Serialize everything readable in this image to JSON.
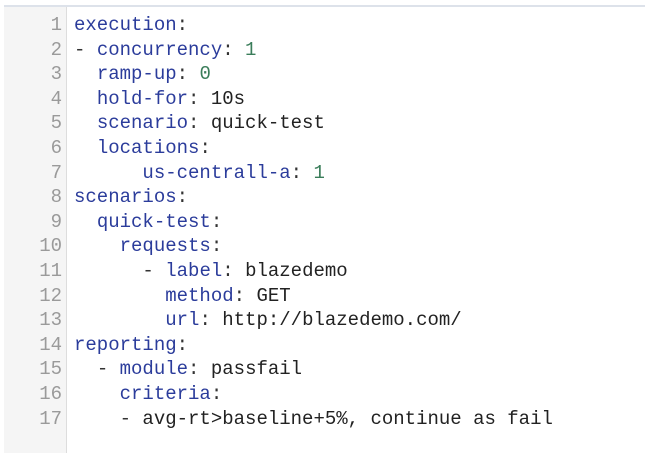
{
  "editor": {
    "language": "yaml",
    "colors": {
      "key": "#2b3c9b",
      "number": "#3a7d5a",
      "string": "#222222",
      "line_number": "#9a9a9a",
      "gutter_bg": "#f5f5f5"
    },
    "lines": [
      {
        "n": "1",
        "indent": "",
        "dash": "",
        "key": "execution",
        "colon": ":",
        "value": "",
        "vtype": "s"
      },
      {
        "n": "2",
        "indent": "",
        "dash": "- ",
        "key": "concurrency",
        "colon": ": ",
        "value": "1",
        "vtype": "n"
      },
      {
        "n": "3",
        "indent": "  ",
        "dash": "",
        "key": "ramp-up",
        "colon": ": ",
        "value": "0",
        "vtype": "n"
      },
      {
        "n": "4",
        "indent": "  ",
        "dash": "",
        "key": "hold-for",
        "colon": ": ",
        "value": "10s",
        "vtype": "s"
      },
      {
        "n": "5",
        "indent": "  ",
        "dash": "",
        "key": "scenario",
        "colon": ": ",
        "value": "quick-test",
        "vtype": "s"
      },
      {
        "n": "6",
        "indent": "  ",
        "dash": "",
        "key": "locations",
        "colon": ":",
        "value": "",
        "vtype": "s"
      },
      {
        "n": "7",
        "indent": "      ",
        "dash": "",
        "key": "us-centrall-a",
        "colon": ": ",
        "value": "1",
        "vtype": "n"
      },
      {
        "n": "8",
        "indent": "",
        "dash": "",
        "key": "scenarios",
        "colon": ":",
        "value": "",
        "vtype": "s"
      },
      {
        "n": "9",
        "indent": "  ",
        "dash": "",
        "key": "quick-test",
        "colon": ":",
        "value": "",
        "vtype": "s"
      },
      {
        "n": "10",
        "indent": "    ",
        "dash": "",
        "key": "requests",
        "colon": ":",
        "value": "",
        "vtype": "s"
      },
      {
        "n": "11",
        "indent": "      ",
        "dash": "- ",
        "key": "label",
        "colon": ": ",
        "value": "blazedemo",
        "vtype": "s"
      },
      {
        "n": "12",
        "indent": "        ",
        "dash": "",
        "key": "method",
        "colon": ": ",
        "value": "GET",
        "vtype": "s"
      },
      {
        "n": "13",
        "indent": "        ",
        "dash": "",
        "key": "url",
        "colon": ": ",
        "value": "http://blazedemo.com/",
        "vtype": "s"
      },
      {
        "n": "14",
        "indent": "",
        "dash": "",
        "key": "reporting",
        "colon": ":",
        "value": "",
        "vtype": "s"
      },
      {
        "n": "15",
        "indent": "  ",
        "dash": "- ",
        "key": "module",
        "colon": ": ",
        "value": "passfail",
        "vtype": "s"
      },
      {
        "n": "16",
        "indent": "    ",
        "dash": "",
        "key": "criteria",
        "colon": ":",
        "value": "",
        "vtype": "s"
      },
      {
        "n": "17",
        "indent": "    ",
        "dash": "- ",
        "key": "",
        "colon": "",
        "value": "avg-rt>baseline+5%, continue as fail",
        "vtype": "s"
      }
    ]
  }
}
